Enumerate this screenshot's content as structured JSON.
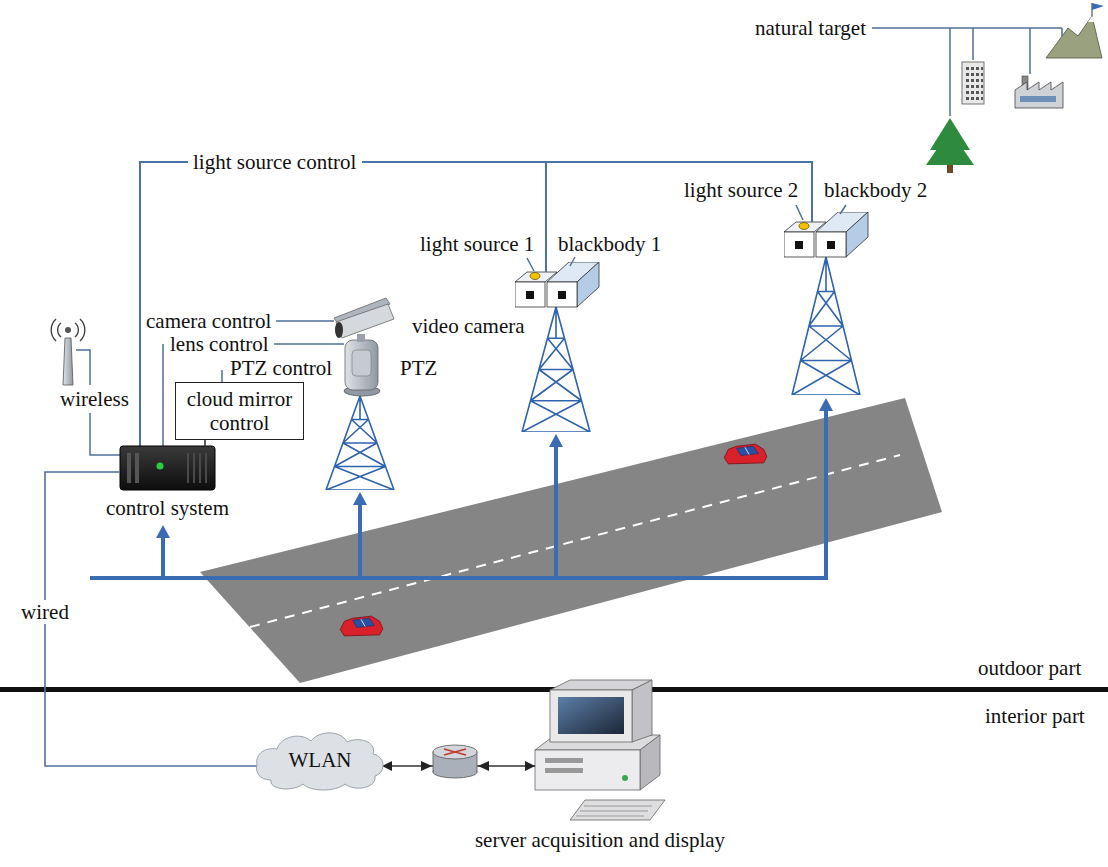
{
  "diagram": {
    "nodes": [
      {
        "text": [
          "cloud mirror control"
        ]
      },
      {
        "text": [
          "control system"
        ]
      },
      {
        "text": [
          "WLAN"
        ]
      },
      {
        "text": [
          "server acquisition and display"
        ]
      }
    ],
    "edges": [
      {
        "from": 0,
        "to": 1,
        "arrow": "none"
      },
      {
        "from": 1,
        "to": 2,
        "arrow": "none",
        "label": "wired"
      },
      {
        "from": 2,
        "to": 3,
        "arrow": "both"
      }
    ],
    "labels": [
      "natural target",
      "light source control",
      "light source 1",
      "blackbody 1",
      "light source 2",
      "blackbody 2",
      "camera control",
      "lens control",
      "PTZ control",
      "video camera",
      "PTZ",
      "wireless",
      "outdoor part",
      "interior part"
    ]
  }
}
